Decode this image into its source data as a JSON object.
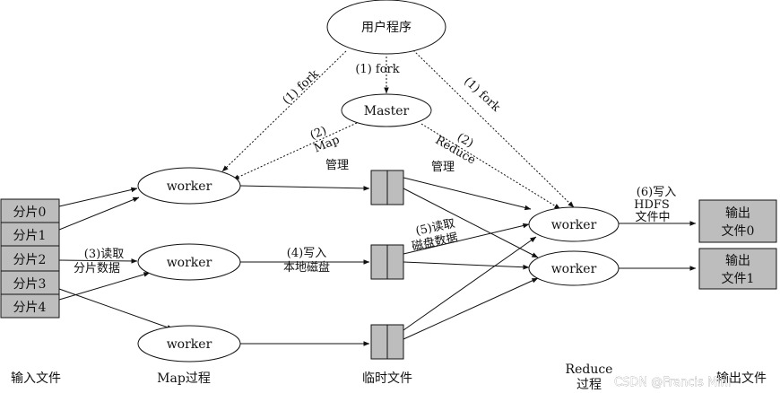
{
  "nodes": {
    "user_program": "用户程序",
    "master": "Master",
    "map_workers": [
      "worker",
      "worker",
      "worker"
    ],
    "reduce_workers": [
      "worker",
      "worker"
    ]
  },
  "input_splits": [
    "分片0",
    "分片1",
    "分片2",
    "分片3",
    "分片4"
  ],
  "output_files": [
    [
      "输出",
      "文件0"
    ],
    [
      "输出",
      "文件1"
    ]
  ],
  "edge_labels": {
    "fork_left": "(1) fork",
    "fork_center": "(1) fork",
    "fork_right": "(1) fork",
    "map_mgmt": [
      "(2)",
      "Map",
      "管理"
    ],
    "reduce_mgmt": [
      "(2)",
      "Reduce",
      "管理"
    ],
    "read_split": [
      "(3)读取",
      "分片数据"
    ],
    "local_write": [
      "(4)写入",
      "本地磁盘"
    ],
    "remote_read": [
      "(5)读取",
      "磁盘数据"
    ],
    "hdfs_write": [
      "(6)写入",
      "HDFS",
      "文件中"
    ]
  },
  "stage_labels": {
    "input": "输入文件",
    "map": "Map过程",
    "temp": "临时文件",
    "reduce": [
      "Reduce",
      "过程"
    ],
    "output": "输出文件"
  },
  "watermark": "CSDN @Francis Mini",
  "colors": {
    "box_fill": "#bdbdbd",
    "line": "#111111",
    "background": "#ffffff"
  }
}
